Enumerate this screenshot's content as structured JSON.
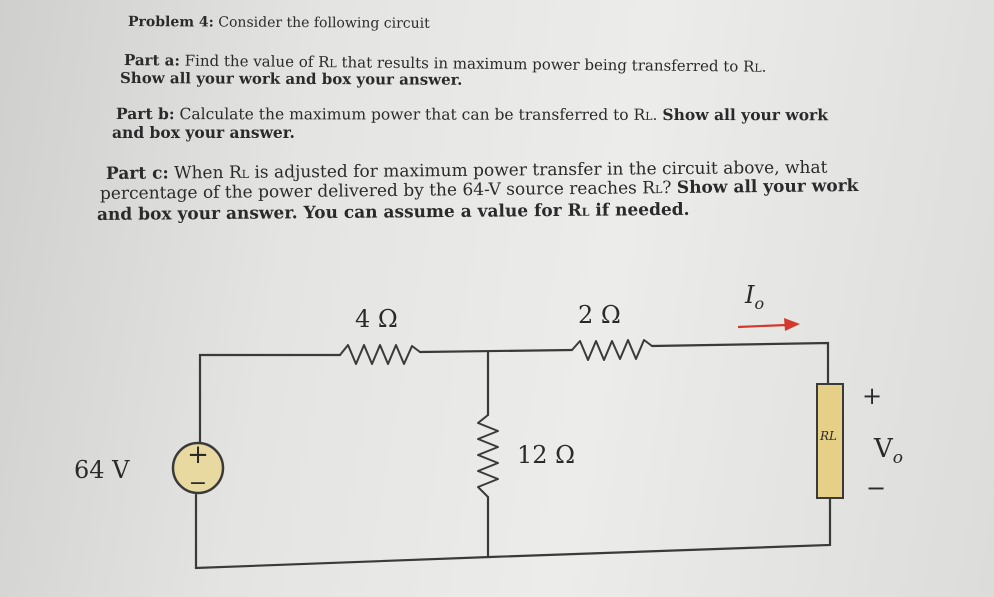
{
  "problem": {
    "label": "Problem 4:",
    "text": "Consider the following circuit"
  },
  "part_a": {
    "label": "Part a:",
    "text_pre": "Find the value of R",
    "text_sub": "L",
    "text_mid": " that results in maximum power being transferred to R",
    "text_end_sub": "L",
    "text_end": ".",
    "line2": "Show all your work and box your answer."
  },
  "part_b": {
    "label": "Part b:",
    "text_pre": "Calculate the maximum power that can be transferred to R",
    "text_sub": "L",
    "text_post": ".",
    "bold_tail": "Show all your work",
    "line2": "and box your answer."
  },
  "part_c": {
    "label": "Part c:",
    "text_pre": "When R",
    "text_sub": "L",
    "text_post": " is adjusted for maximum power transfer in the circuit above, what",
    "line2_pre": "percentage of the power delivered by the 64-V source reaches R",
    "line2_sub": "L",
    "line2_post": "?",
    "line2_bold": "Show all your work",
    "line3_pre": "and box your answer. You can assume a value for R",
    "line3_sub": "L",
    "line3_post": " if needed."
  },
  "circuit": {
    "source_label": "64 V",
    "source_plus": "+",
    "source_minus": "−",
    "r1_label": "4 Ω",
    "r2_label": "2 Ω",
    "r3_label": "12 Ω",
    "rl_label": "RL",
    "current_label": "I",
    "current_sub": "o",
    "vo_plus": "+",
    "vo_label": "V",
    "vo_sub": "o",
    "vo_minus": "−",
    "colors": {
      "wire": "#3a3a3a",
      "source_fill": "#e8d9a0",
      "load_fill": "#e6cf86",
      "arrow": "#d23a2e"
    }
  }
}
